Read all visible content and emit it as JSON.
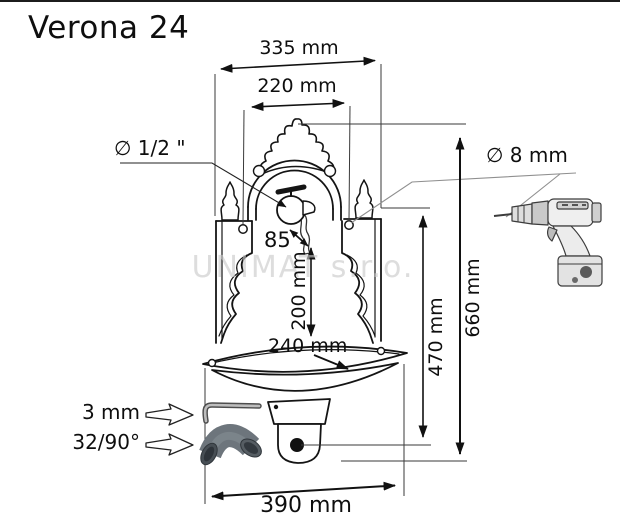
{
  "title": "Verona 24",
  "watermark": "UNIMAT s.r.o.",
  "labels": {
    "overall_width": "335 mm",
    "inner_width": "220 mm",
    "inlet_diameter": "∅ 1/2 \"",
    "drill_hole_diameter": "∅ 8 mm",
    "spout_offset": "85",
    "spout_drop": "200 mm",
    "basin_reach": "240 mm",
    "inner_height": "470 mm",
    "overall_height": "660 mm",
    "base_width": "390 mm",
    "hex_key_size": "3 mm",
    "drain_elbow_spec": "32/90°"
  },
  "colors": {
    "ink": "#111111",
    "leader_gray": "#8f8f8f",
    "watermark_gray": "#c9c9c9",
    "pipe_gray": "#6d757c"
  },
  "icons": {
    "drill": "cordless-drill-icon",
    "hex_key": "hex-key-icon",
    "elbow": "pipe-elbow-icon",
    "pointer": "pointer-arrow-icon"
  }
}
